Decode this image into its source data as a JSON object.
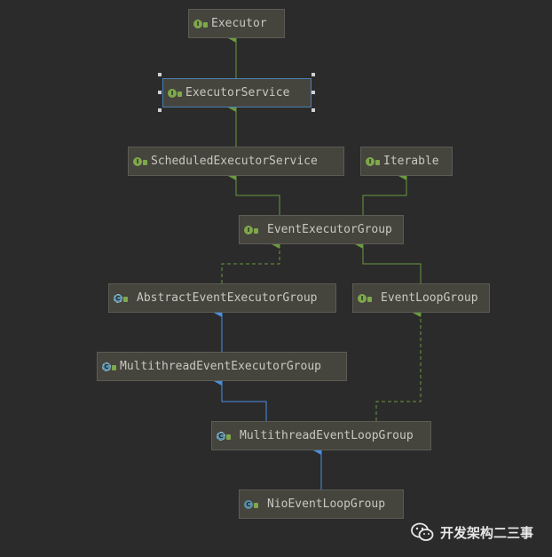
{
  "colors": {
    "background": "#2b2b2b",
    "node_fill": "#45443d",
    "extends_interface": "#6a9a3f",
    "extends_class": "#4a8fe0",
    "implements": "#6a9a3f"
  },
  "nodes": {
    "executor": {
      "label": "Executor",
      "kind": "interface"
    },
    "executor_service": {
      "label": "ExecutorService",
      "kind": "interface"
    },
    "scheduled_executor_service": {
      "label": "ScheduledExecutorService",
      "kind": "interface"
    },
    "iterable": {
      "label": "Iterable",
      "kind": "interface"
    },
    "event_executor_group": {
      "label": "EventExecutorGroup",
      "kind": "interface"
    },
    "abstract_event_executor_group": {
      "label": "AbstractEventExecutorGroup",
      "kind": "abstract"
    },
    "event_loop_group": {
      "label": "EventLoopGroup",
      "kind": "interface"
    },
    "multithread_event_executor_group": {
      "label": "MultithreadEventExecutorGroup",
      "kind": "abstract"
    },
    "multithread_event_loop_group": {
      "label": "MultithreadEventLoopGroup",
      "kind": "abstract"
    },
    "nio_event_loop_group": {
      "label": "NioEventLoopGroup",
      "kind": "class"
    }
  },
  "edges": [
    {
      "from": "executor_service",
      "to": "executor",
      "type": "extends-interface"
    },
    {
      "from": "scheduled_executor_service",
      "to": "executor_service",
      "type": "extends-interface"
    },
    {
      "from": "event_executor_group",
      "to": "scheduled_executor_service",
      "type": "extends-interface"
    },
    {
      "from": "event_executor_group",
      "to": "iterable",
      "type": "extends-interface"
    },
    {
      "from": "abstract_event_executor_group",
      "to": "event_executor_group",
      "type": "implements"
    },
    {
      "from": "event_loop_group",
      "to": "event_executor_group",
      "type": "extends-interface"
    },
    {
      "from": "multithread_event_executor_group",
      "to": "abstract_event_executor_group",
      "type": "extends-class"
    },
    {
      "from": "multithread_event_loop_group",
      "to": "multithread_event_executor_group",
      "type": "extends-class"
    },
    {
      "from": "multithread_event_loop_group",
      "to": "event_loop_group",
      "type": "implements"
    },
    {
      "from": "nio_event_loop_group",
      "to": "multithread_event_loop_group",
      "type": "extends-class"
    }
  ],
  "watermark": {
    "text": "开发架构二三事",
    "icon": "wechat-icon"
  }
}
